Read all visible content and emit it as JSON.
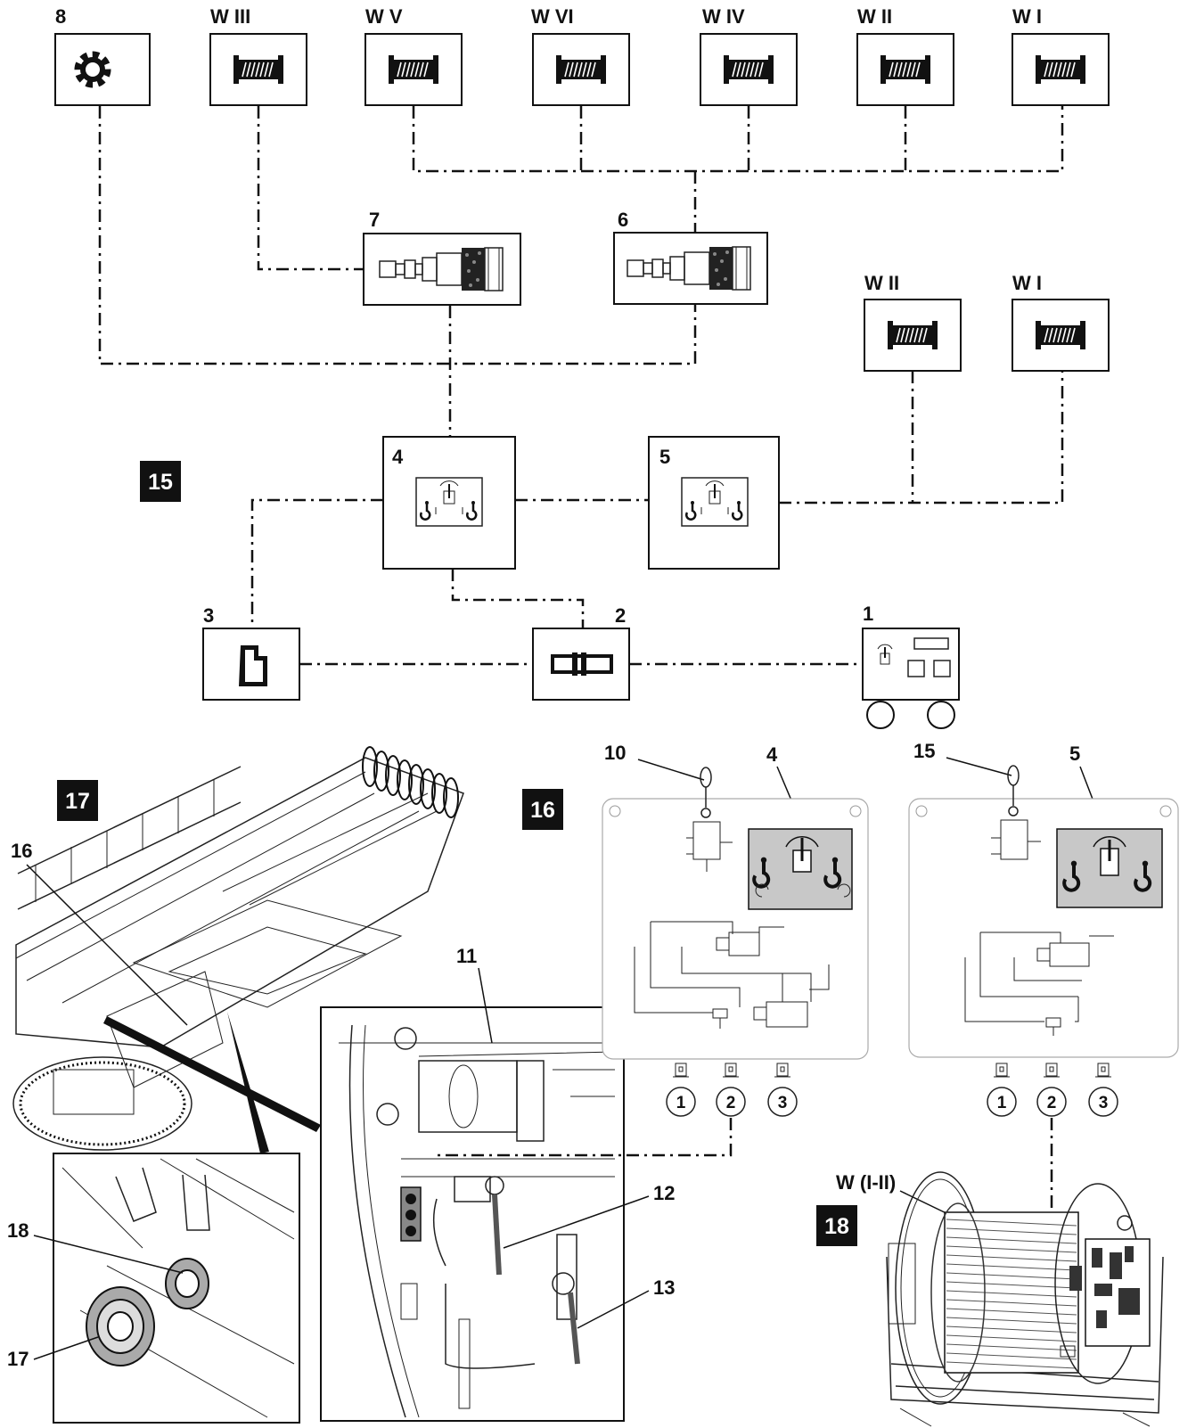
{
  "schematic_15": {
    "section_tag": "15",
    "top_row": [
      {
        "label": "8",
        "icon": "gear-icon"
      },
      {
        "label": "W III",
        "icon": "winch-drum-icon"
      },
      {
        "label": "W V",
        "icon": "winch-drum-icon"
      },
      {
        "label": "W VI",
        "icon": "winch-drum-icon"
      },
      {
        "label": "W IV",
        "icon": "winch-drum-icon"
      },
      {
        "label": "W II",
        "icon": "winch-drum-icon"
      },
      {
        "label": "W I",
        "icon": "winch-drum-icon"
      }
    ],
    "couplings": [
      {
        "label": "7",
        "icon": "hydraulic-coupling-icon"
      },
      {
        "label": "6",
        "icon": "hydraulic-coupling-icon"
      }
    ],
    "right_drums": [
      {
        "label": "W II",
        "icon": "winch-drum-icon"
      },
      {
        "label": "W I",
        "icon": "winch-drum-icon"
      }
    ],
    "control_4": {
      "label": "4",
      "icon": "control-lever-panel-icon"
    },
    "control_5": {
      "label": "5",
      "icon": "control-lever-panel-icon"
    },
    "component_3": {
      "label": "3",
      "icon": "bracket-icon"
    },
    "component_2": {
      "label": "2",
      "icon": "connector-icon"
    },
    "component_1": {
      "label": "1",
      "icon": "power-unit-cart-icon"
    }
  },
  "view_16": {
    "section_tag": "16",
    "panel_left": {
      "lever_label": "10",
      "panel_label": "4",
      "ports": [
        "1",
        "2",
        "3"
      ]
    },
    "panel_right": {
      "lever_label": "15",
      "panel_label": "5",
      "ports": [
        "1",
        "2",
        "3"
      ]
    }
  },
  "view_17": {
    "section_tag": "17",
    "callouts": [
      "16",
      "11",
      "12",
      "13"
    ],
    "detail_callouts": [
      "18",
      "17"
    ]
  },
  "view_18": {
    "section_tag": "18",
    "winch_label": "W (I-II)"
  },
  "colors": {
    "ink": "#111111",
    "tag_background": "#111111",
    "panel_shade": "#c8c8c8"
  }
}
